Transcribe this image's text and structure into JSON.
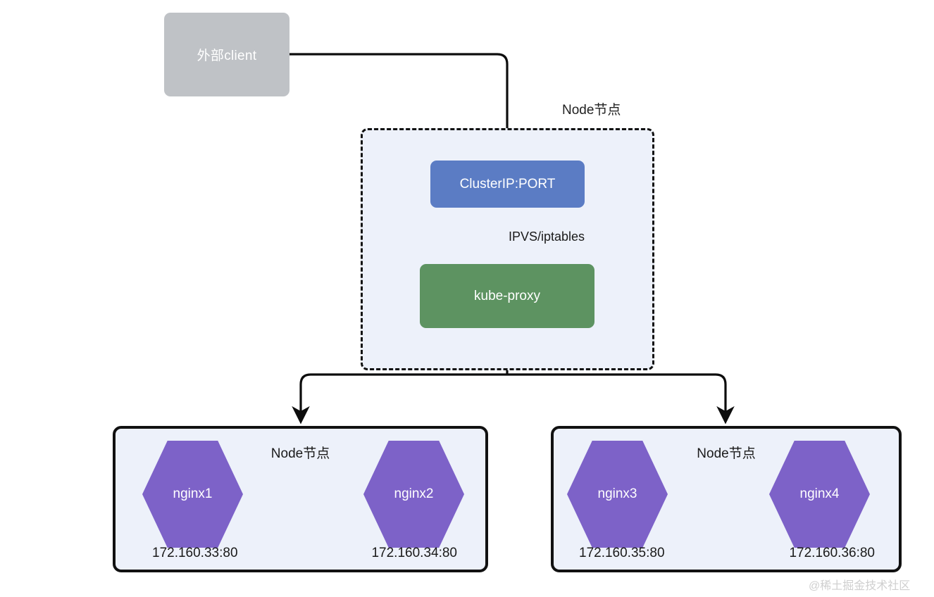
{
  "diagram": {
    "title_nodes": {
      "top_node_label": "Node节点",
      "left_worker_label": "Node节点",
      "right_worker_label": "Node节点"
    },
    "client": {
      "label": "外部client",
      "fill": "#bfc2c6",
      "text_color": "#ffffff"
    },
    "cluster_ip": {
      "label": "ClusterIP:PORT",
      "fill": "#5b7cc4",
      "text_color": "#ffffff"
    },
    "kube_proxy": {
      "label": "kube-proxy",
      "fill": "#5d9361",
      "text_color": "#ffffff"
    },
    "edges": [
      {
        "label": "IPVS/iptables",
        "from": "ClusterIP:PORT",
        "to": "kube-proxy"
      }
    ],
    "node_container": {
      "fill": "#edf1fa",
      "border_style": "dashed",
      "border_color": "#111111"
    },
    "workers": [
      {
        "label": "Node节点",
        "pods": [
          {
            "name": "nginx1",
            "endpoint": "172.160.33:80",
            "fill": "#7d62c8"
          },
          {
            "name": "nginx2",
            "endpoint": "172.160.34:80",
            "fill": "#7d62c8"
          }
        ]
      },
      {
        "label": "Node节点",
        "pods": [
          {
            "name": "nginx3",
            "endpoint": "172.160.35:80",
            "fill": "#7d62c8"
          },
          {
            "name": "nginx4",
            "endpoint": "172.160.36:80",
            "fill": "#7d62c8"
          }
        ]
      }
    ],
    "watermark": "@稀土掘金技术社区"
  }
}
